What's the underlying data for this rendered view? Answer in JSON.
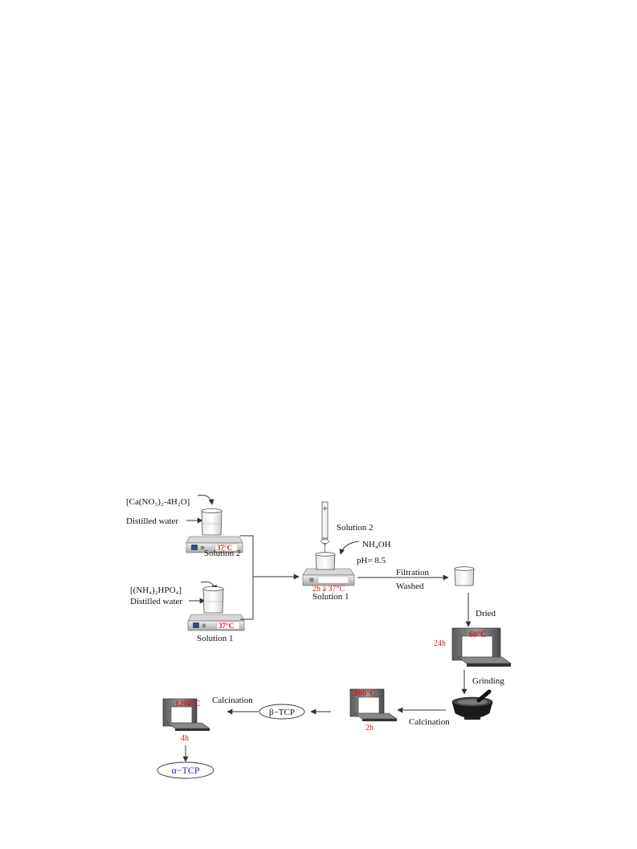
{
  "colors": {
    "text": "#111111",
    "temperature": "#e0141e",
    "product": "#1b24c9",
    "line": "#333333"
  },
  "prep": {
    "solution2": {
      "reagent": "[Ca(NO₃)₂-4H₂O]",
      "solvent": "Distilled water",
      "temp": "37°C",
      "name": "Solution 2"
    },
    "solution1": {
      "reagent": "[(NH₄)₂HPO₄]",
      "solvent": "Distilled water",
      "temp": "37°C",
      "name": "Solution 1"
    }
  },
  "mixing": {
    "added_solution": "Solution 2",
    "base": "NH₄OH",
    "ph": "pH= 8.5",
    "condition": "2h à 37°C",
    "name": "Solution 1"
  },
  "steps": {
    "filtration": "Filtration",
    "washed": "Washed",
    "dried": "Dried",
    "dry_temp": "60°C",
    "dry_time": "24h",
    "grinding": "Grinding",
    "calcination1": "Calcination",
    "calc1_temp": "800°C",
    "calc1_time": "2h",
    "product1": "β−TCP",
    "calcination2": "Calcination",
    "calc2_temp": "1200°C",
    "calc2_time": "4h",
    "product2": "α−TCP"
  }
}
